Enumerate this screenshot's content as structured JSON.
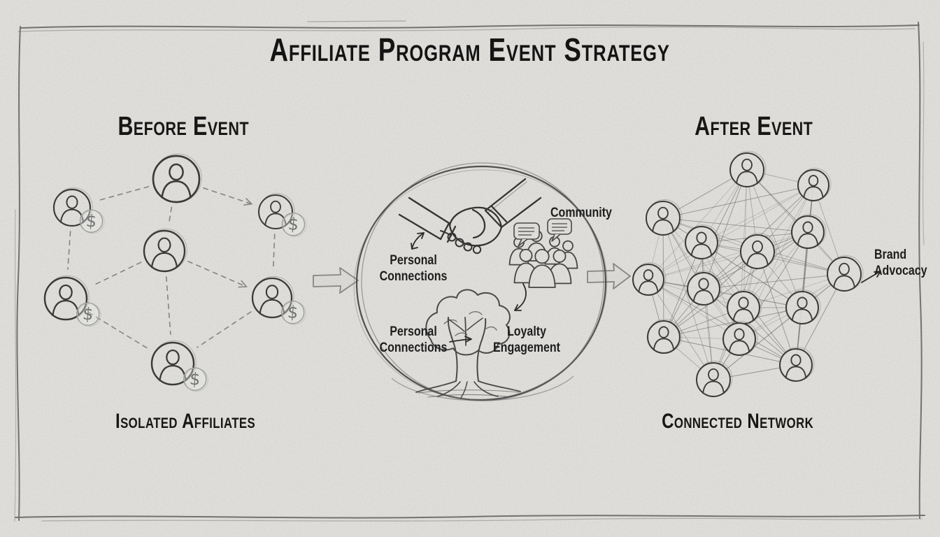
{
  "page": {
    "title": "Affiliate Program Event Strategy"
  },
  "before": {
    "heading": "Before Event",
    "caption": "Isolated Affiliates",
    "affiliate_count": 7,
    "connection_style": "dashed"
  },
  "transformation": {
    "community_label": "Community",
    "personal_connections_top_label": "Personal Connections",
    "personal_connections_bottom_label": "Personal Connections",
    "loyalty_engagement_label": "Loyalty Engagement"
  },
  "after": {
    "heading": "After Event",
    "caption": "Connected Network",
    "annotation": "Brand Advocacy",
    "member_count": 15,
    "connection_style": "solid"
  },
  "icons": {
    "dollar": "$",
    "avatar": "person-in-circle",
    "handshake": "handshake",
    "tree": "growth-tree",
    "community": "people-group",
    "speech_bubble": "speech-bubble",
    "flow_arrow": "block-right-arrow"
  },
  "colors": {
    "paper": "#ecebe7",
    "ink": "#1d1d1d",
    "ink_soft": "#3f3f3f",
    "pencil": "#6d6d6d",
    "pencil_light": "#9f9f9f",
    "frame": "#7a7a7a"
  }
}
